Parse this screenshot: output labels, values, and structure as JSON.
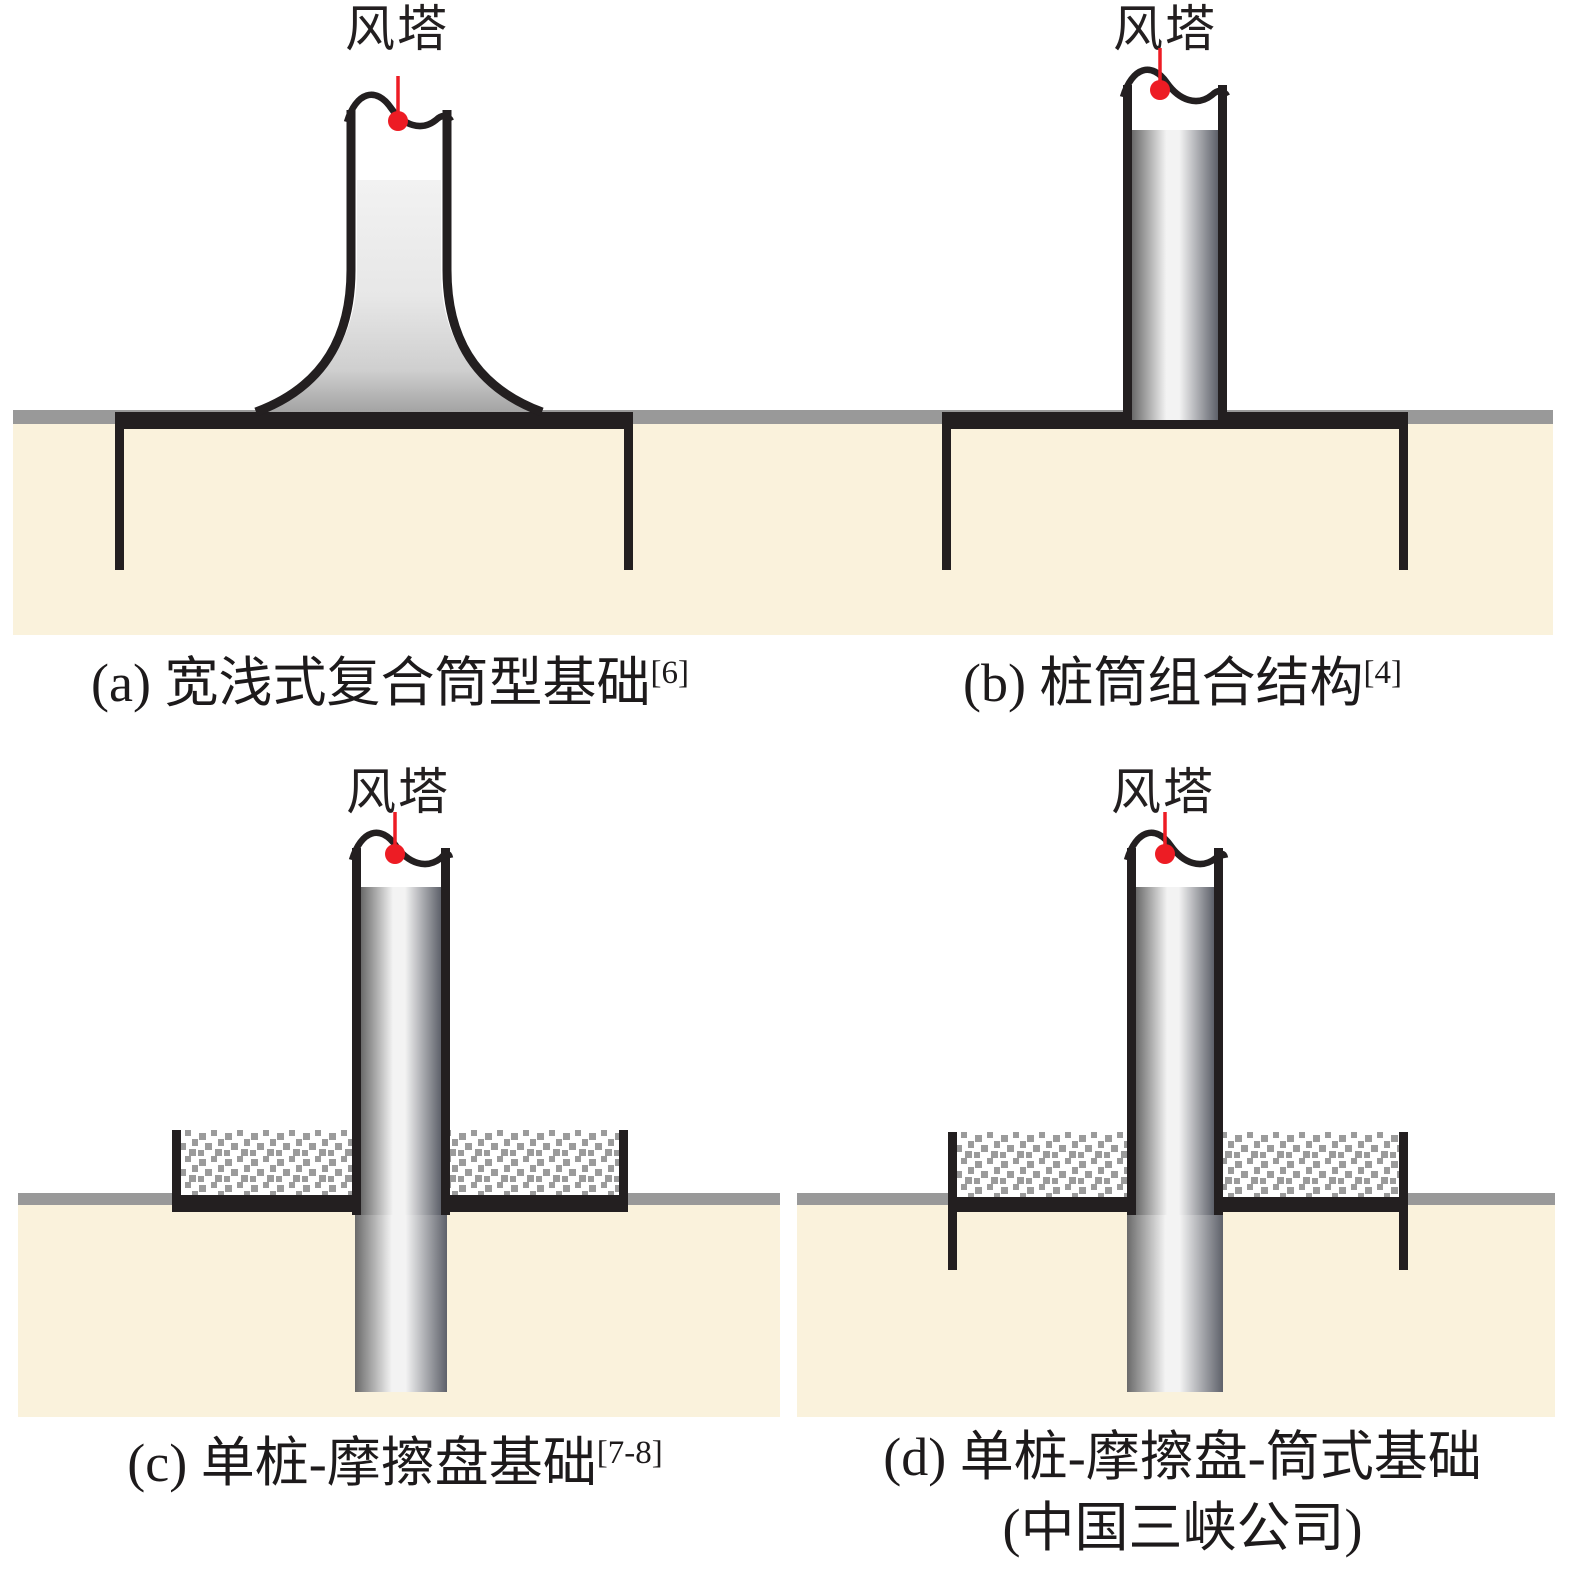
{
  "panels": [
    {
      "label": "风塔",
      "caption": "(a) 宽浅式复合筒型基础",
      "ref": "[6]"
    },
    {
      "label": "风塔",
      "caption": "(b) 桩筒组合结构",
      "ref": "[4]"
    },
    {
      "label": "风塔",
      "caption": "(c) 单桩-摩擦盘基础",
      "ref": "[7-8]"
    },
    {
      "label": "风塔",
      "caption": "(d) 单桩-摩擦盘-筒式基础",
      "caption2": "(中国三峡公司)",
      "ref": ""
    }
  ],
  "colors": {
    "outline_black": "#231f20",
    "soil_beige": "#faf2dc",
    "ground_gray": "#999999",
    "marker_red": "#ed1c24",
    "stipple_gray": "#9b9b9b",
    "tower_light": "#f3f3f3",
    "tower_dark": "#62656e"
  }
}
